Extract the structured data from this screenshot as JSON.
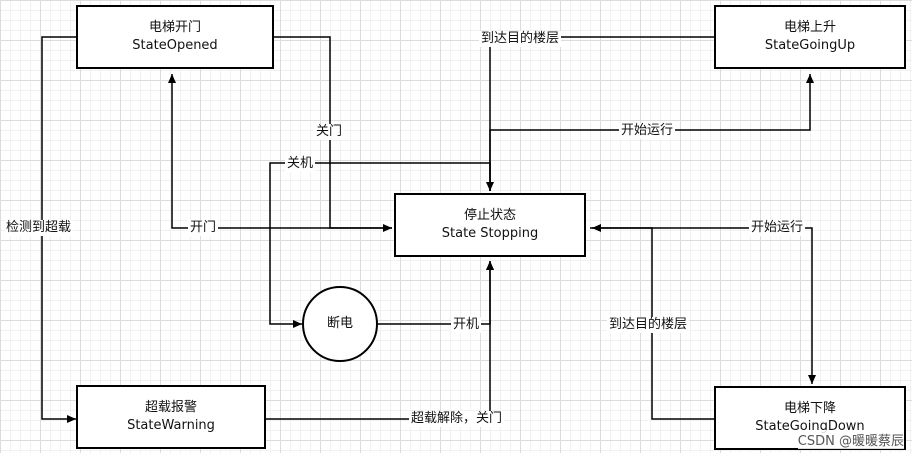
{
  "nodes": {
    "opened": {
      "title": "电梯开门",
      "subtitle": "StateOpened"
    },
    "goingup": {
      "title": "电梯上升",
      "subtitle": "StateGoingUp"
    },
    "stopping": {
      "title": "停止状态",
      "subtitle": "State Stopping"
    },
    "poweroff": {
      "title": "断电"
    },
    "warning": {
      "title": "超载报警",
      "subtitle": "StateWarning"
    },
    "goingdown": {
      "title": "电梯下降",
      "subtitle": "StateGoingDown"
    }
  },
  "edges": {
    "arrive_top": "到达目的楼层",
    "close": "关门",
    "shutdown": "关机",
    "start_up": "开始运行",
    "open": "开门",
    "start_down": "开始运行",
    "overload_detect": "检测到超载",
    "power_on": "开机",
    "arrive_bottom": "到达目的楼层",
    "overload_clear": "超载解除，关门"
  },
  "watermark": "CSDN @暖暖蔡辰"
}
